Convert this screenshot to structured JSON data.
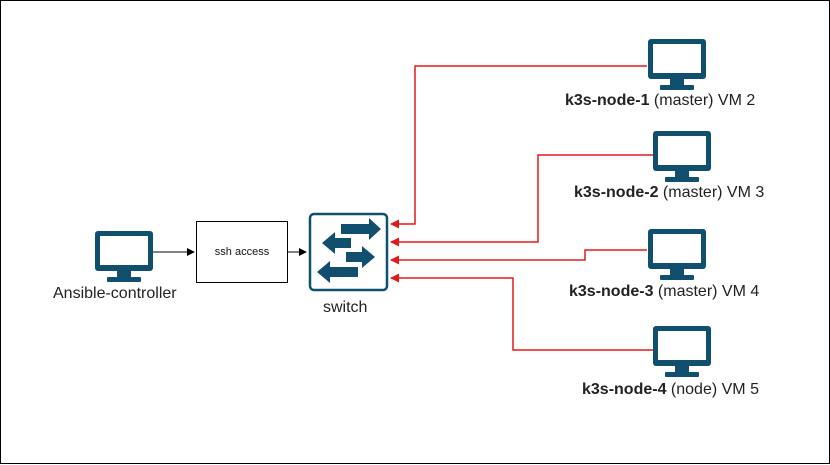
{
  "controller": {
    "label": "Ansible-controller"
  },
  "ssh_box": {
    "label": "ssh access"
  },
  "switch": {
    "label": "switch"
  },
  "nodes": [
    {
      "name": "k3s-node-1",
      "role": "(master) VM 2"
    },
    {
      "name": "k3s-node-2",
      "role": "(master) VM 3"
    },
    {
      "name": "k3s-node-3",
      "role": "(master) VM 4"
    },
    {
      "name": "k3s-node-4",
      "role": "(node) VM 5"
    }
  ],
  "colors": {
    "device": "#10506e",
    "link": "#e41a1a",
    "edge": "#000000"
  }
}
